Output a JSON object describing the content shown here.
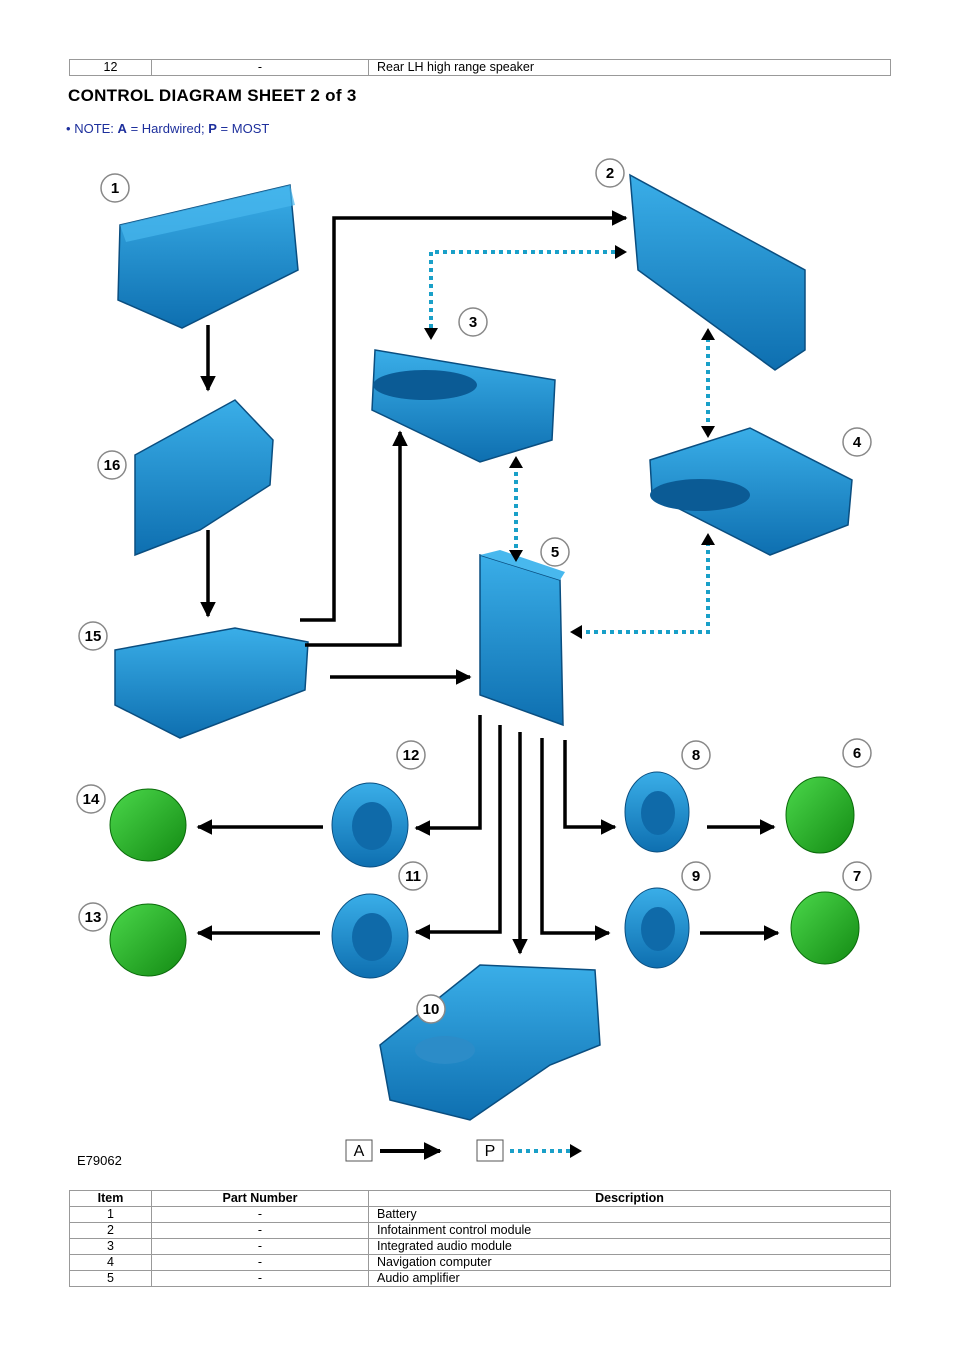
{
  "top_table": {
    "rows": [
      {
        "item": "12",
        "part": "-",
        "desc": "Rear LH high range speaker"
      }
    ]
  },
  "title": "CONTROL DIAGRAM SHEET 2 of 3",
  "note": {
    "bullet": "•",
    "prefix": "NOTE:",
    "a_key": "A",
    "a_text": "= Hardwired;",
    "p_key": "P",
    "p_text": "= MOST"
  },
  "diagram": {
    "labels": [
      "1",
      "2",
      "3",
      "4",
      "5",
      "6",
      "7",
      "8",
      "9",
      "10",
      "11",
      "12",
      "13",
      "14",
      "15",
      "16"
    ],
    "legend_a": "A",
    "legend_p": "P",
    "figure_id": "E79062",
    "colors": {
      "component": "#1a8fd6",
      "speaker_green": "#22b522",
      "arrow": "#000000",
      "most": "#1aa0c8"
    }
  },
  "bottom_table": {
    "headers": [
      "Item",
      "Part Number",
      "Description"
    ],
    "rows": [
      {
        "item": "1",
        "part": "-",
        "desc": "Battery"
      },
      {
        "item": "2",
        "part": "-",
        "desc": "Infotainment control module"
      },
      {
        "item": "3",
        "part": "-",
        "desc": "Integrated audio module"
      },
      {
        "item": "4",
        "part": "-",
        "desc": "Navigation computer"
      },
      {
        "item": "5",
        "part": "-",
        "desc": "Audio amplifier"
      }
    ]
  }
}
